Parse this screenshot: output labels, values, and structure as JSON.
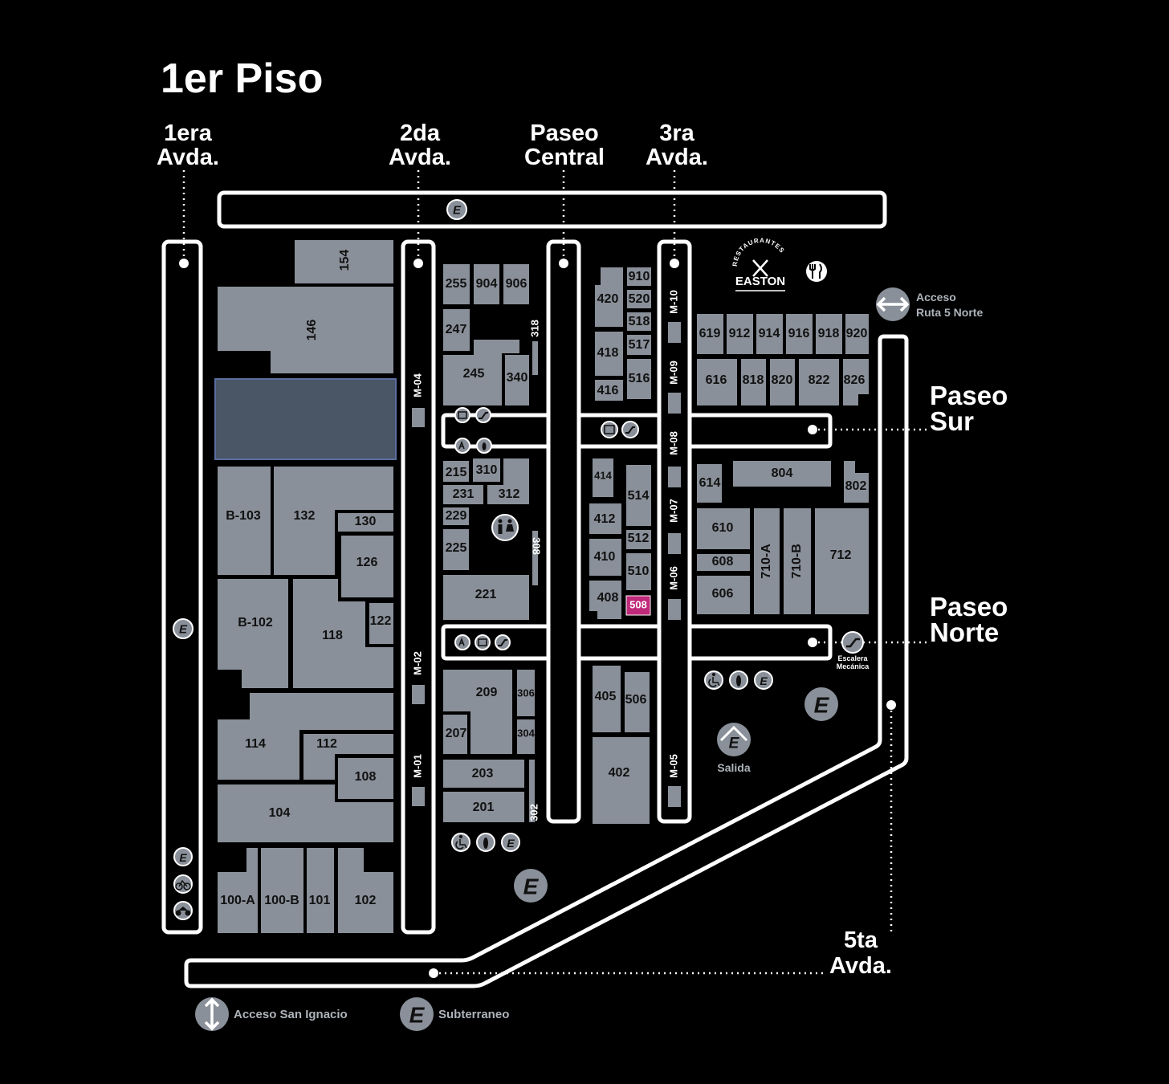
{
  "title": "1er Piso",
  "avenues": {
    "primera": [
      "1era",
      "Avda."
    ],
    "segunda": [
      "2da",
      "Avda."
    ],
    "paseo_central": [
      "Paseo",
      "Central"
    ],
    "tercera": [
      "3ra",
      "Avda."
    ],
    "paseo_sur": [
      "Paseo",
      "Sur"
    ],
    "paseo_norte": [
      "Paseo",
      "Norte"
    ],
    "quinta": [
      "5ta",
      "Avda."
    ]
  },
  "modules": {
    "m04": "M-04",
    "m02": "M-02",
    "m01": "M-01",
    "m10": "M-10",
    "m09": "M-09",
    "m08": "M-08",
    "m07": "M-07",
    "m06": "M-06",
    "m05": "M-05"
  },
  "stores": {
    "s154": "154",
    "s146": "146",
    "b103": "B-103",
    "s132": "132",
    "s130": "130",
    "s126": "126",
    "b102": "B-102",
    "s118": "118",
    "s122": "122",
    "s114": "114",
    "s112": "112",
    "s108": "108",
    "s104": "104",
    "s100a": "100-A",
    "s100b": "100-B",
    "s101": "101",
    "s102": "102",
    "s255": "255",
    "s904": "904",
    "s906": "906",
    "s247": "247",
    "s318": "318",
    "s245": "245",
    "s340": "340",
    "s215": "215",
    "s310": "310",
    "s231": "231",
    "s312": "312",
    "s229": "229",
    "s225": "225",
    "s308": "308",
    "s221": "221",
    "s209": "209",
    "s306": "306",
    "s207": "207",
    "s304": "304",
    "s203": "203",
    "s201": "201",
    "s302": "302",
    "s910": "910",
    "s420": "420",
    "s520": "520",
    "s518": "518",
    "s418": "418",
    "s517": "517",
    "s516": "516",
    "s416": "416",
    "s414": "414",
    "s514": "514",
    "s412": "412",
    "s512": "512",
    "s410": "410",
    "s510": "510",
    "s408": "408",
    "s508": "508",
    "s405": "405",
    "s506": "506",
    "s402": "402",
    "s619": "619",
    "s912": "912",
    "s914": "914",
    "s916": "916",
    "s918": "918",
    "s920": "920",
    "s616": "616",
    "s818": "818",
    "s820": "820",
    "s822": "822",
    "s826": "826",
    "s614": "614",
    "s804": "804",
    "s802": "802",
    "s610": "610",
    "s608": "608",
    "s606": "606",
    "s710a": "710-A",
    "s710b": "710-B",
    "s712": "712"
  },
  "labels": {
    "restaurantes": "RESTAURANTES",
    "easton": "EASTON",
    "acceso_ruta": [
      "Acceso",
      "Ruta 5 Norte"
    ],
    "escalera": [
      "Escalera",
      "Mecánica"
    ],
    "salida": "Salida",
    "acceso_san_ignacio": "Acceso San Ignacio",
    "subterraneo": "Subterraneo",
    "e": "E"
  },
  "colors": {
    "background": "#000000",
    "store": "#8a9099",
    "highlighted_store": "#4a5566",
    "featured_store": "#c02a7a",
    "corridor": "#ffffff"
  }
}
